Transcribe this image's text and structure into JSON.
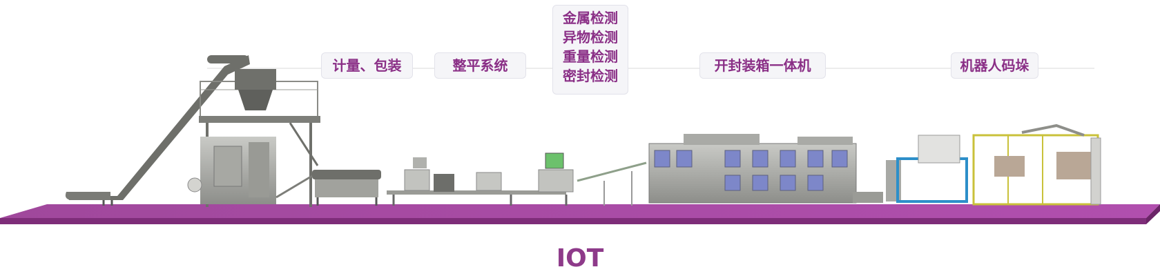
{
  "labels": {
    "weigh_pack": "计量、包装",
    "leveling": "整平系统",
    "inspection": [
      "金属检测",
      "异物检测",
      "重量检测",
      "密封检测"
    ],
    "case_packer": "开封装箱一体机",
    "palletizer": "机器人码垛"
  },
  "footer": {
    "iot": "IOT"
  },
  "colors": {
    "platform": "#a0489c",
    "platform_front": "#7e2d79",
    "label_text": "#8a2f86",
    "label_bg": "#f5f5f8",
    "machine_gray": "#8e8f8a",
    "machine_dark": "#5f605c",
    "window_blue": "#7d87c9",
    "green_panel": "#6cc16c",
    "yellow_frame": "#c9c13a",
    "blue_frame": "#2d8fc9"
  }
}
